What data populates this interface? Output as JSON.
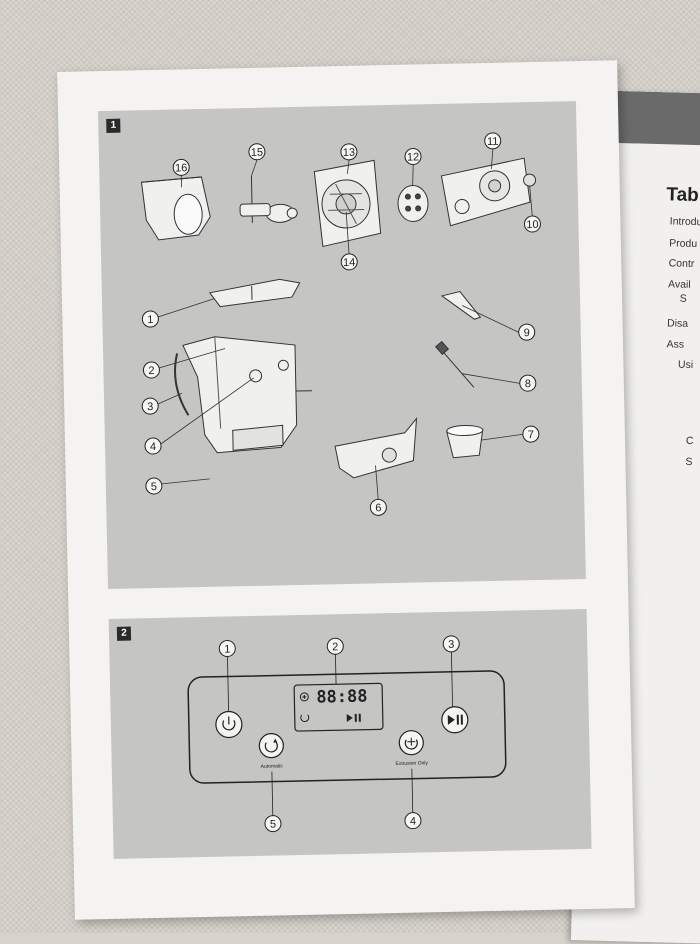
{
  "figure1": {
    "label": "1",
    "callouts": [
      "1",
      "2",
      "3",
      "4",
      "5",
      "6",
      "7",
      "8",
      "9",
      "10",
      "11",
      "12",
      "13",
      "14",
      "15",
      "16"
    ]
  },
  "figure2": {
    "label": "2",
    "callouts": [
      "1",
      "2",
      "3",
      "4",
      "5"
    ],
    "display_time": "88:88",
    "button_automatic": "Automatic",
    "button_extrusion_only": "Extrusion Only"
  },
  "background_booklet": {
    "title": "Tabl",
    "toc": [
      "Introdu",
      "Produ",
      "Contr",
      "Avail",
      "S",
      "Disa",
      "Ass",
      "Usi",
      "C",
      "S"
    ]
  },
  "icons": [
    "power-icon",
    "play-pause-icon",
    "automatic-icon",
    "extrusion-only-icon",
    "timer-icon"
  ]
}
